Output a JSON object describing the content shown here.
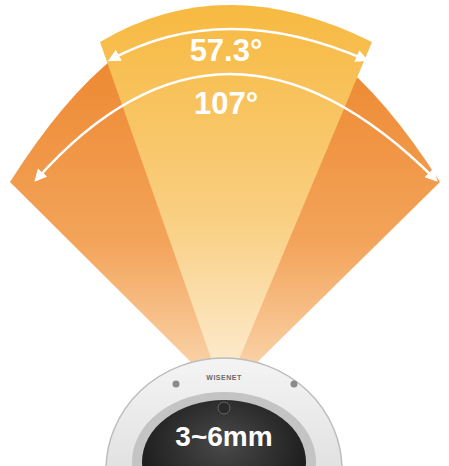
{
  "diagram": {
    "labels": [
      "57.3°",
      "107°",
      "WISENET",
      "3~6mm"
    ]
  }
}
